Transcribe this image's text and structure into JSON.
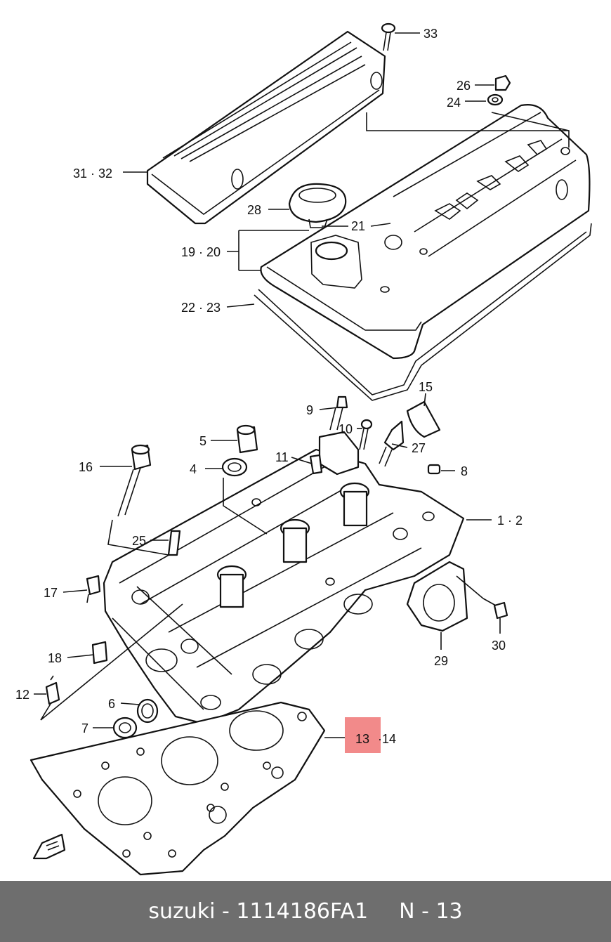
{
  "callouts": {
    "c33": "33",
    "c26": "26",
    "c24": "24",
    "c3132": "31 · 32",
    "c28": "28",
    "c21": "21",
    "c1920": "19 · 20",
    "c2223": "22 · 23",
    "c15": "15",
    "c9": "9",
    "c10": "10",
    "c27": "27",
    "c5": "5",
    "c11": "11",
    "c16": "16",
    "c4": "4",
    "c8": "8",
    "c12": "1 · 2",
    "c25": "25",
    "c17": "17",
    "c30": "30",
    "c18": "18",
    "c29": "29",
    "c12b": "12",
    "c6": "6",
    "c7": "7",
    "c13": "13",
    "c14": "·14"
  },
  "highlight": {
    "target": "13",
    "color": "#f28a8a"
  },
  "footer": {
    "brand": "suzuki",
    "separator": "-",
    "part_number": "1114186FA1",
    "ref": "N - 13"
  },
  "colors": {
    "footer_bg": "#6e6e6e",
    "footer_text": "#ffffff",
    "line": "#111111"
  }
}
